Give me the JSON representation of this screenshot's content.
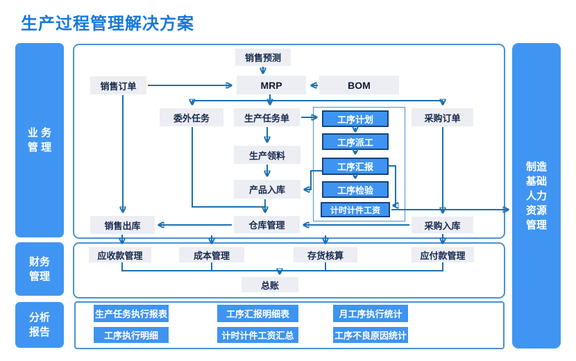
{
  "title": "生产过程管理解决方案",
  "sidebars": {
    "business": [
      "业 务",
      "管 理"
    ],
    "finance": [
      "财务",
      "管理"
    ],
    "analysis": [
      "分析",
      "报告"
    ],
    "manufacturing": [
      "制造",
      "基础",
      "人力",
      "资源",
      "管理"
    ]
  },
  "flow": {
    "sales_forecast": "销售预测",
    "sales_order": "销售订单",
    "mrp": "MRP",
    "bom": "BOM",
    "outsourcing_task": "委外任务",
    "production_task": "生产任务单",
    "purchase_order": "采购订单",
    "production_picking": "生产领料",
    "product_inbound": "产品入库",
    "sales_outbound": "销售出库",
    "warehouse": "仓库管理",
    "purchase_inbound": "采购入库",
    "process_plan": "工序计划",
    "process_dispatch": "工序派工",
    "process_report": "工序汇报",
    "process_inspection": "工序检验",
    "time_piece_wage": "计时计件工资"
  },
  "finance": {
    "receivables": "应收款管理",
    "cost": "成本管理",
    "inventory": "存货核算",
    "payables": "应付款管理",
    "ledger": "总账"
  },
  "reports": [
    "生产任务执行报表",
    "工序汇报明细表",
    "月工序执行统计",
    "工序执行明细",
    "计时计件工资汇总",
    "工序不良原因统计"
  ],
  "edges": [
    "销售预测→MRP",
    "销售订单→MRP",
    "BOM→MRP",
    "MRP→委外任务",
    "MRP→生产任务单",
    "MRP→采购订单",
    "生产任务单→工序计划",
    "工序计划→工序派工",
    "工序派工→工序汇报",
    "工序汇报→工序检验",
    "工序汇报→计时计件工资",
    "工序汇报→产品入库",
    "生产任务单→生产领料",
    "生产领料→产品入库",
    "产品入库→仓库管理",
    "委外任务→仓库管理",
    "销售订单→销售出库",
    "仓库管理→销售出库",
    "采购入库→仓库管理",
    "采购订单→采购入库",
    "计时计件工资→制造基础人力资源管理",
    "销售出库→应收款管理",
    "仓库管理→成本管理",
    "仓库管理→存货核算",
    "采购入库→应付款管理",
    "应收款管理/成本管理/存货核算/应付款管理→总账"
  ],
  "colors": {
    "title_blue": "#1778DC",
    "sidebar_blue": "#4095F2",
    "process_box_blue": "#3E94F0",
    "process_box_border": "#17427F",
    "node_gray": "#ECEEF3",
    "node_text": "#17294D",
    "arrow": "#1C6FAE",
    "container_border": "#4A8FD6"
  }
}
